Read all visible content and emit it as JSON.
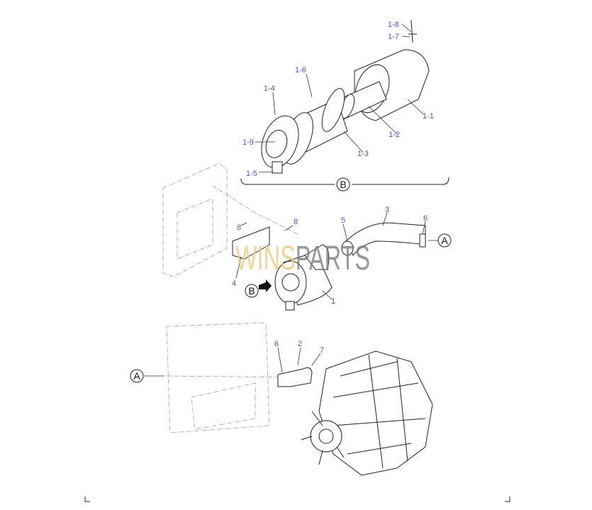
{
  "callouts": {
    "c1_8": "1-8",
    "c1_7": "1-7",
    "c1_6": "1-6",
    "c1_4": "1-4",
    "c1_9": "1-9",
    "c1_5": "1-5",
    "c1_1": "1-1",
    "c1_2": "1-2",
    "c1_3": "1-3",
    "c3": "3",
    "c5": "5",
    "c6a": "6",
    "c8a": "8",
    "c8b": "8",
    "c4": "4",
    "c1": "1",
    "c6b": "6",
    "c2": "2",
    "c7": "7"
  },
  "references": {
    "b_group": "B",
    "b_arrow": "B",
    "a_right": "A",
    "a_left": "A"
  },
  "watermark": {
    "part1": "WINS",
    "part2": "PARTS"
  },
  "colors": {
    "callout": "#5050c8",
    "line": "#222222"
  }
}
